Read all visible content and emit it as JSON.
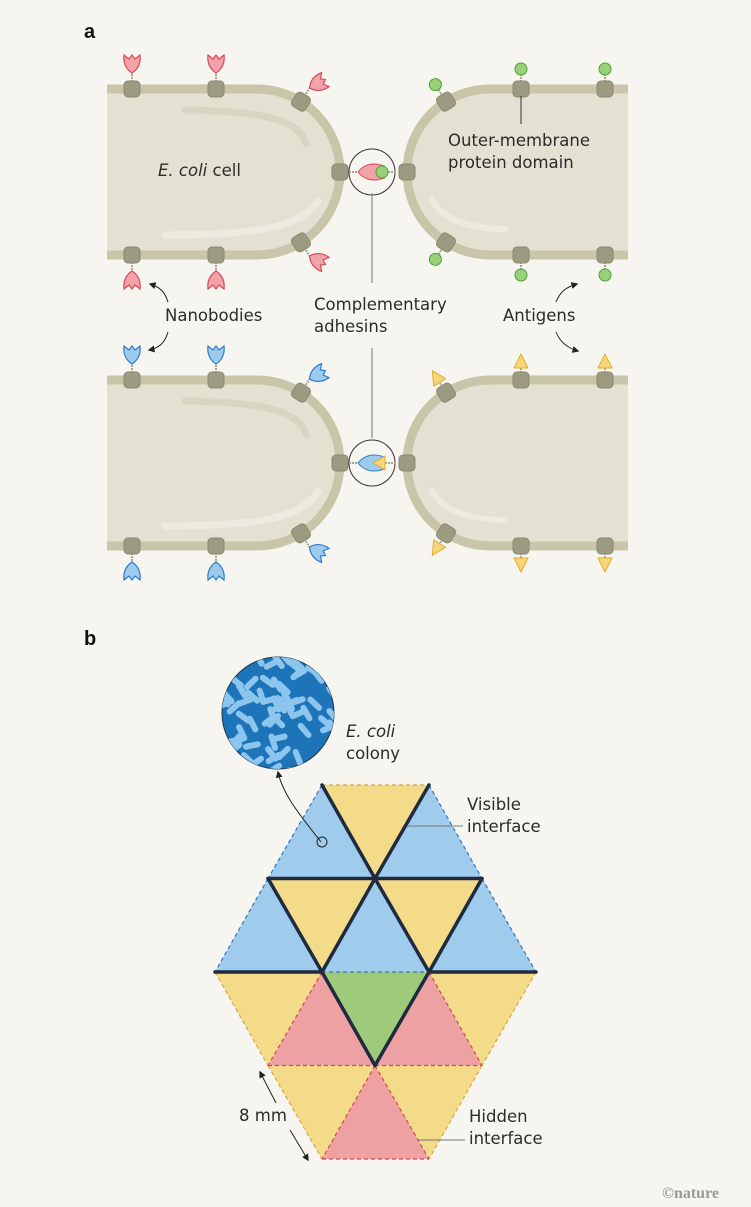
{
  "figure": {
    "panel_a": {
      "label": "a",
      "cell_label_italic": "E. coli",
      "cell_label_rest": " cell",
      "outer_membrane_label": [
        "Outer-membrane",
        "protein domain"
      ],
      "nanobodies_label": "Nanobodies",
      "adhesins_label": [
        "Complementary",
        "adhesins"
      ],
      "antigens_label": "Antigens"
    },
    "panel_b": {
      "label": "b",
      "colony_label_italic": "E. coli",
      "colony_label_rest": "colony",
      "visible_label": [
        "Visible",
        "interface"
      ],
      "hidden_label": [
        "Hidden",
        "interface"
      ],
      "scale_label": "8 mm"
    },
    "credit": "©nature"
  },
  "colors": {
    "background": "#f6f5ef",
    "cell_fill": "#e3e1d2",
    "membrane": "#c8c5a8",
    "protein_domain": "#9c9a80",
    "nanobody_red": "#f2a3a8",
    "nanobody_red_stroke": "#d9485a",
    "nanobody_blue": "#9ccbee",
    "nanobody_blue_stroke": "#2f7ccc",
    "antigen_green": "#9bd07b",
    "antigen_green_stroke": "#4ea13a",
    "antigen_yellow": "#f6d67a",
    "antigen_yellow_stroke": "#e2ad2c",
    "tile_blue": "#9fcbec",
    "tile_yellow": "#f4db8a",
    "tile_pink": "#eea1a3",
    "tile_green": "#9dcb7a",
    "edge_dark": "#1e2a3e",
    "colony_dark": "#1e74b8",
    "colony_light": "#8cc6ee"
  }
}
